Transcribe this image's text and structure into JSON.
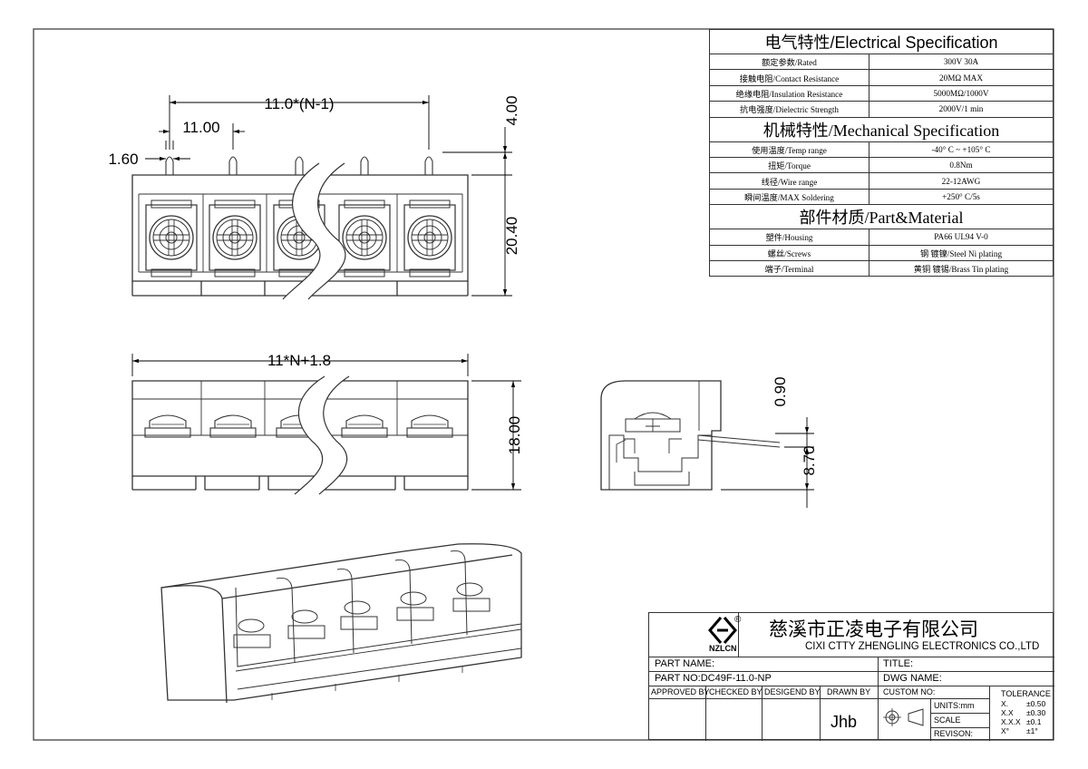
{
  "dimensions": {
    "pitch_formula": "11.0*(N-1)",
    "pitch": "11.00",
    "pin_width": "1.60",
    "pin_height": "4.00",
    "body_height": "20.40",
    "length_formula": "11*N+1.8",
    "front_height": "18.00",
    "side_top": "0.90",
    "side_height": "8.70"
  },
  "spec": {
    "electrical_title": "电气特性/Electrical Specification",
    "electrical": [
      {
        "label": "额定参数/Rated",
        "value": "300V  30A"
      },
      {
        "label": "接触电阻/Contact Resistance",
        "value": "20MΩ MAX"
      },
      {
        "label": "绝缘电阻/Insulation Resistance",
        "value": "5000MΩ/1000V"
      },
      {
        "label": "抗电强度/Dielectric Strength",
        "value": "2000V/1 min"
      }
    ],
    "mechanical_title": "机械特性/Mechanical Specification",
    "mechanical": [
      {
        "label": "使用温度/Temp range",
        "value": "-40° C ~ +105° C"
      },
      {
        "label": "扭矩/Torque",
        "value": "0.8Nm"
      },
      {
        "label": "线径/Wire range",
        "value": "22-12AWG"
      },
      {
        "label": "瞬间温度/MAX Soldering",
        "value": "+250° C/5s"
      }
    ],
    "material_title": "部件材质/Part&Material",
    "material": [
      {
        "label": "塑件/Housing",
        "value": "PA66 UL94 V-0"
      },
      {
        "label": "螺丝/Screws",
        "value": "钢 镀镍/Steel Ni plating"
      },
      {
        "label": "端子/Terminal",
        "value": "黄铜 镀锡/Brass Tin  plating"
      }
    ]
  },
  "title_block": {
    "logo_text": "NZLCN",
    "company_cn": "慈溪市正凌电子有限公司",
    "company_en": "CIXI CTTY ZHENGLING ELECTRONICS CO.,LTD",
    "part_name_label": "PART NAME:",
    "title_label": "TITLE:",
    "part_no": "PART NO:DC49F-11.0-NP",
    "dwg_name_label": "DWG NAME:",
    "approved_by": "APPROVED BY",
    "checked_by": "CHECKED BY",
    "designed_by": "DESIGEND BY",
    "drawn_by": "DRAWN BY",
    "drawn_by_value": "Jhb",
    "custom_no": "CUSTOM NO:",
    "units": "UNITS:mm",
    "scale": "SCALE",
    "revision": "REVISON:",
    "tolerance_title": "TOLERANCE",
    "tolerances": [
      {
        "k": "X.",
        "v": "±0.50"
      },
      {
        "k": "X.X",
        "v": "±0.30"
      },
      {
        "k": "X.X.X",
        "v": "±0.1"
      },
      {
        "k": "X°",
        "v": "±1°"
      }
    ]
  }
}
